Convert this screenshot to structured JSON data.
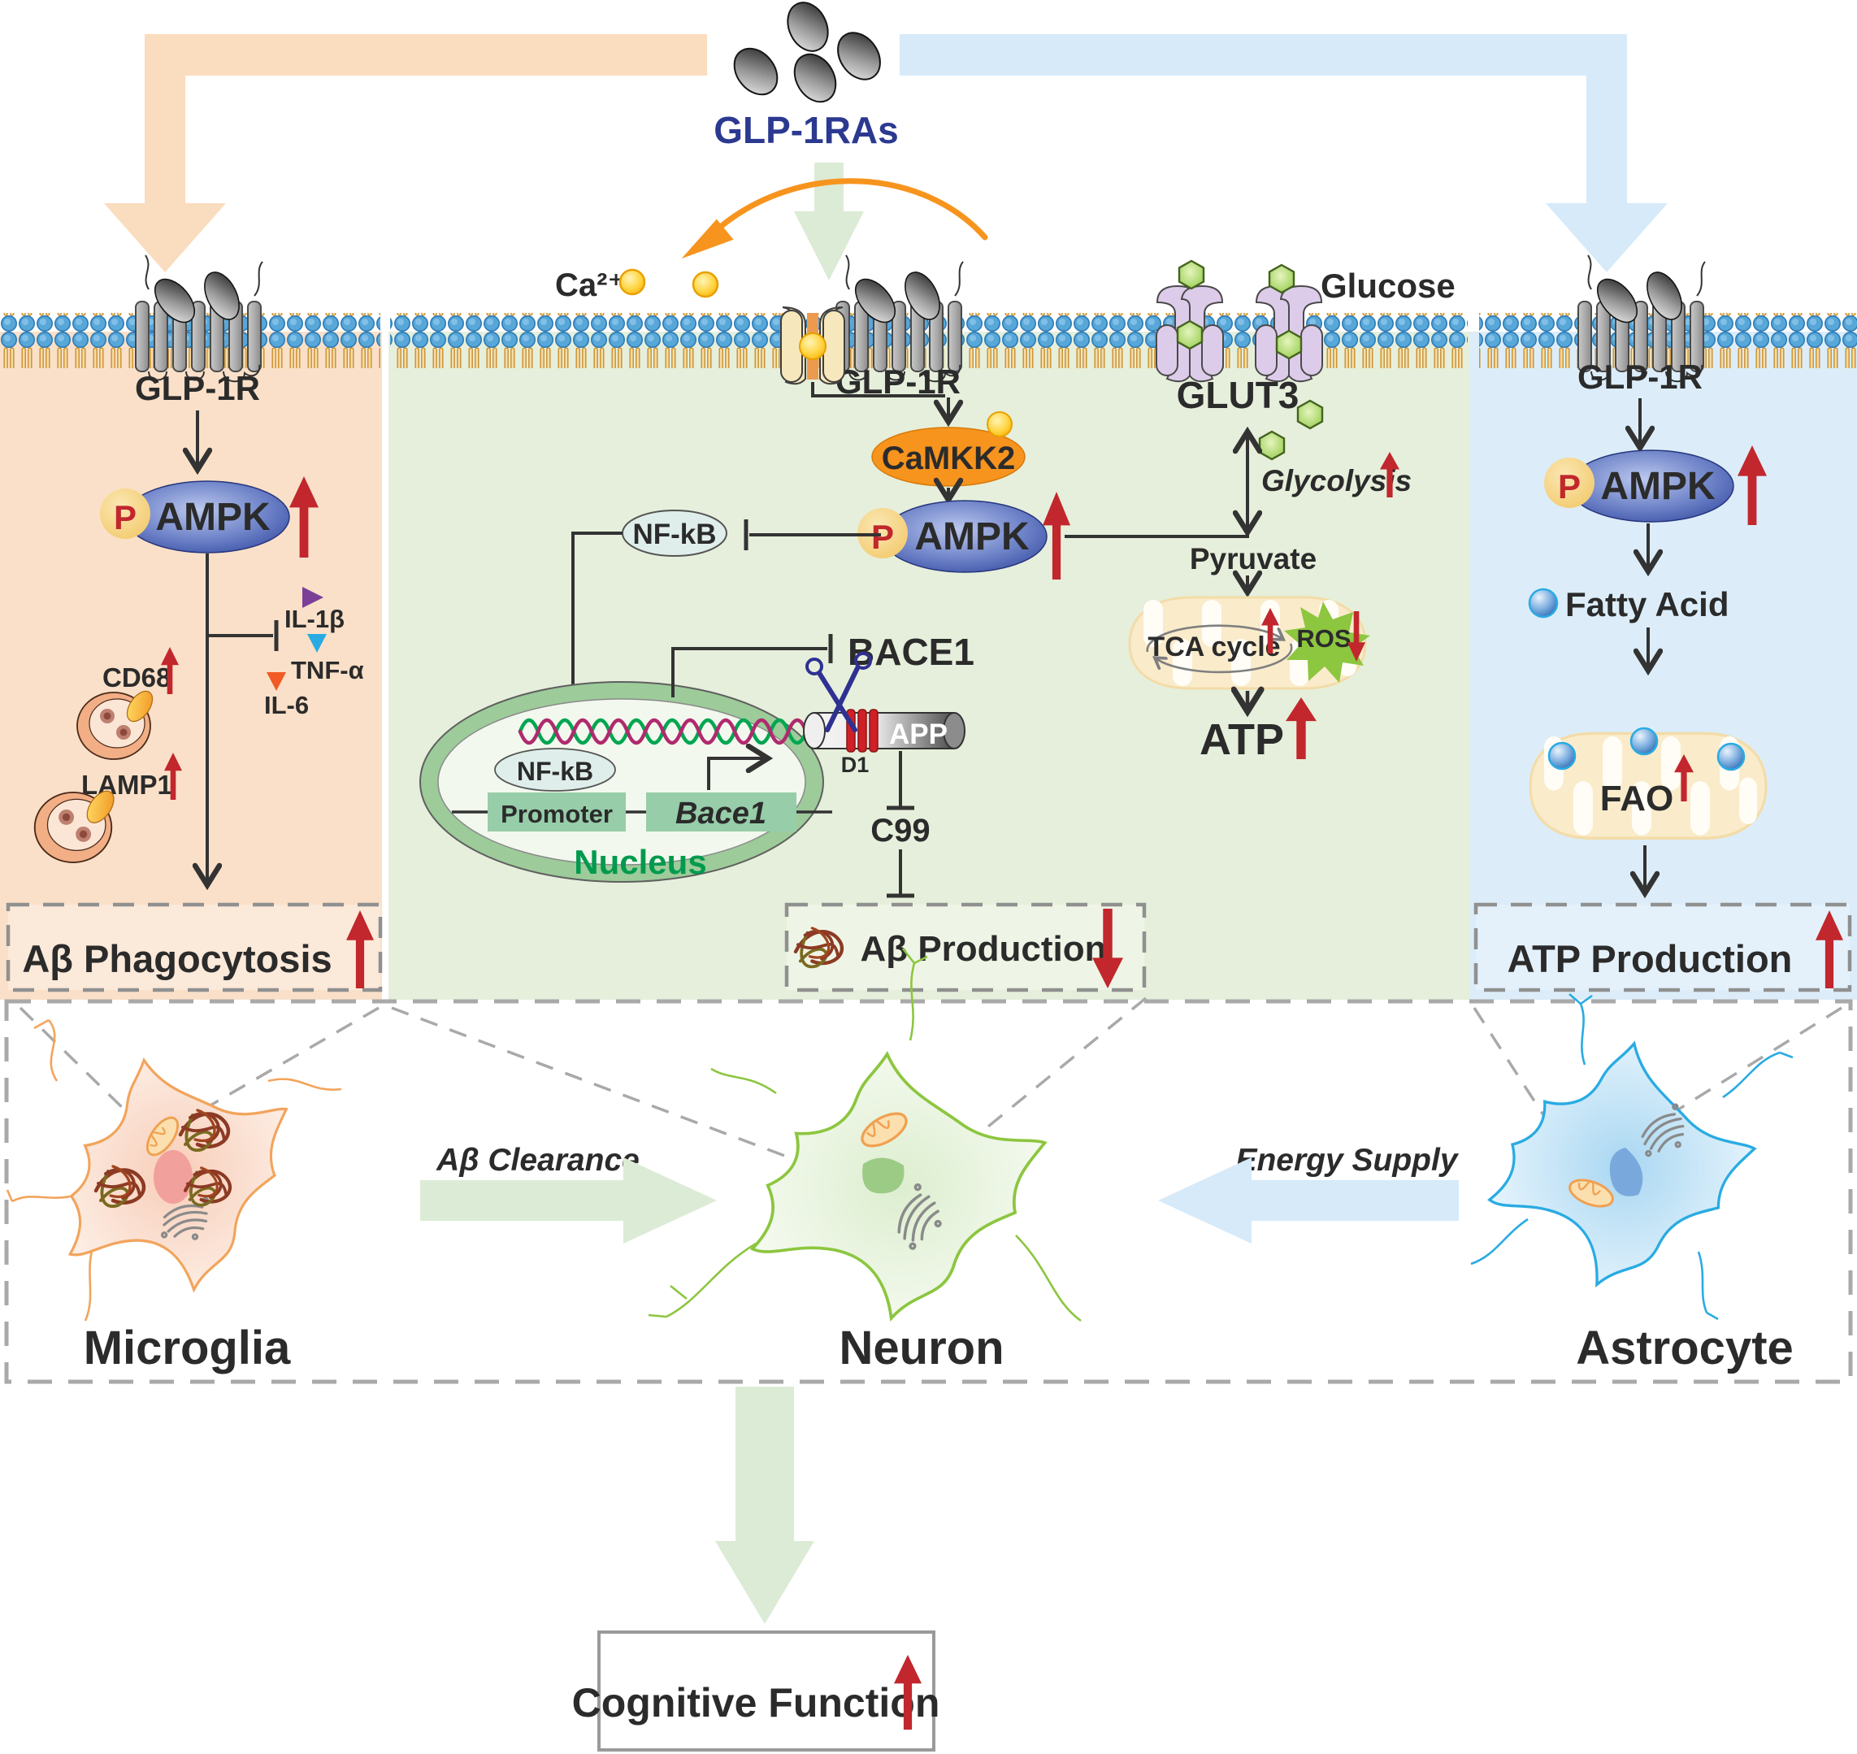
{
  "drug": {
    "name": "GLP-1RAs"
  },
  "receptor": {
    "label": "GLP-1R"
  },
  "micro": {
    "p": "P",
    "ampk": "AMPK",
    "cd68": "CD68",
    "lamp1": "LAMP1",
    "il1b": "IL-1β",
    "tnfa": "TNF-α",
    "il6": "IL-6",
    "outcome": "Aβ Phagocytosis"
  },
  "neuro": {
    "ca": "Ca²⁺",
    "camkk2": "CaMKK2",
    "p": "P",
    "ampk": "AMPK",
    "nfkb": "NF-kB",
    "promoter": "Promoter",
    "bace1_gene": "Bace1",
    "nucleus": "Nucleus",
    "bace1": "BACE1",
    "app": "APP",
    "d1": "D1",
    "c99": "C99",
    "outcome": "Aβ Production",
    "glut3": "GLUT3",
    "glucose": "Glucose",
    "glycolysis": "Glycolysis",
    "pyruvate": "Pyruvate",
    "tca": "TCA cycle",
    "ros": "ROS",
    "atp": "ATP"
  },
  "astro": {
    "p": "P",
    "ampk": "AMPK",
    "fatty_acid": "Fatty Acid",
    "fao": "FAO",
    "outcome": "ATP Production"
  },
  "cells": {
    "microglia": "Microglia",
    "neuron": "Neuron",
    "astrocyte": "Astrocyte",
    "ab_clearance": "Aβ Clearance",
    "energy_supply": "Energy Supply"
  },
  "final": {
    "cognitive": "Cognitive Function"
  },
  "colors": {
    "microglia_panel": "#FAE0C8",
    "neuron_panel": "#E6EFDB",
    "astrocyte_panel": "#DCEDF9",
    "orange_arrow": "#FADCBE",
    "blue_arrow": "#D6EAF9",
    "green_arrow": "#DCEBD5",
    "increase_red": "#C1272D",
    "drug_navy": "#2B3990",
    "camkk2_orange": "#F7941E",
    "ampk_blue": "#31479E",
    "nucleus_green": "#9DCB9A",
    "gene_box_green": "#97CDA9",
    "ros_green": "#8DC63F",
    "membrane_head_blue": "#57A7D9"
  }
}
